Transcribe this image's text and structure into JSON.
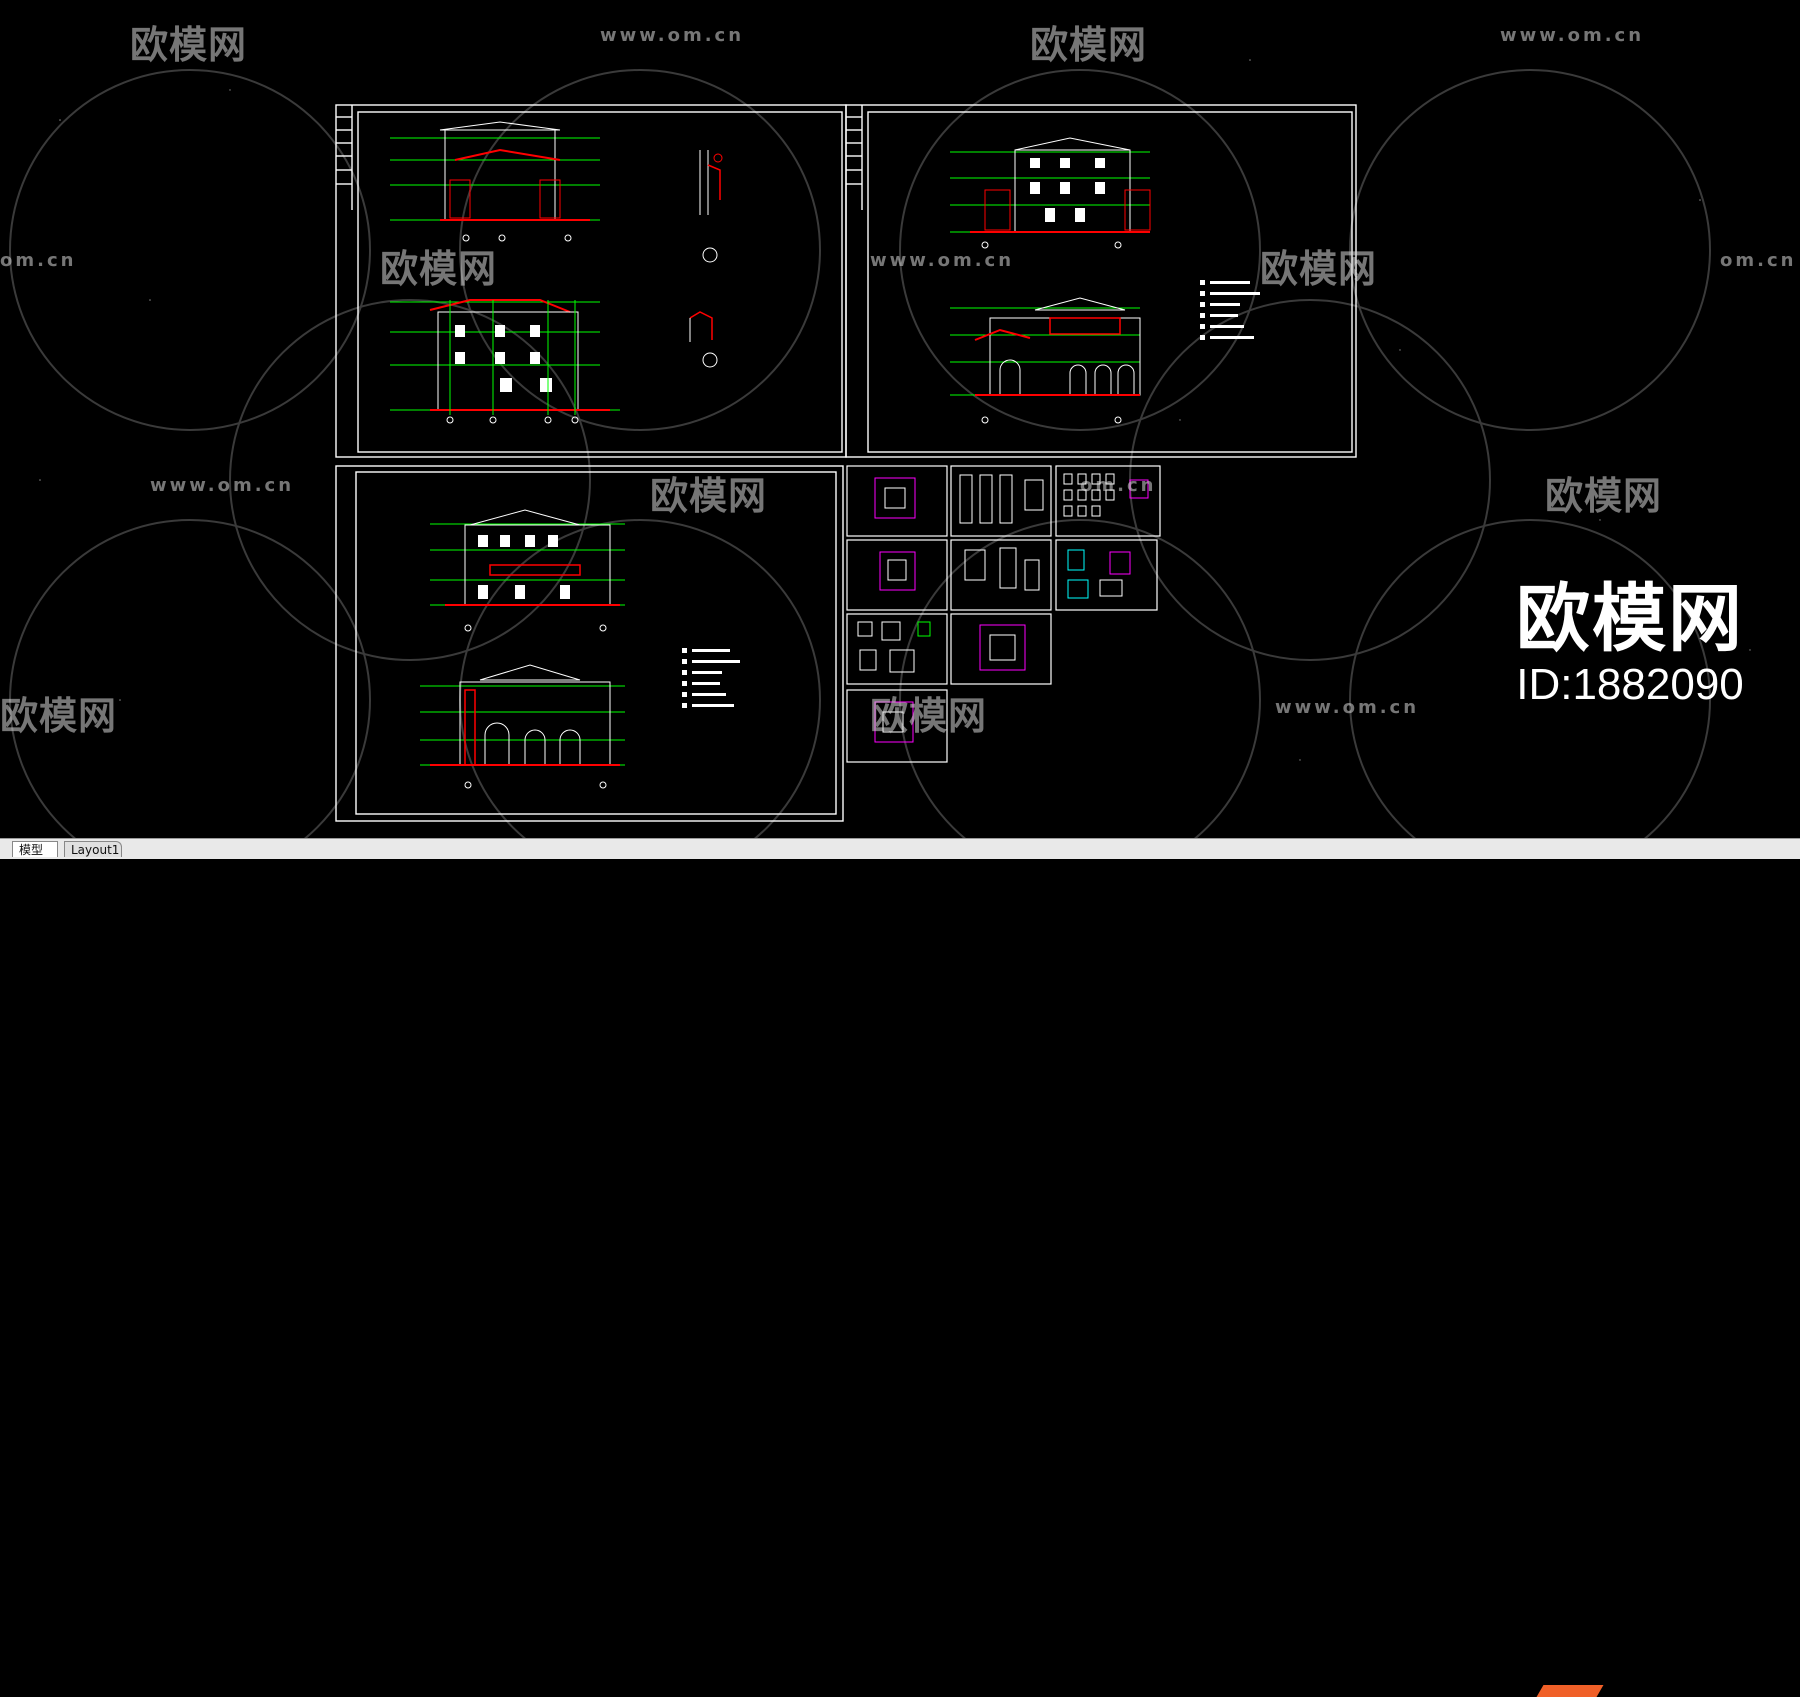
{
  "watermark": {
    "logo_text": "欧模网",
    "url_text": "www.om.cn",
    "url_partial": "om.cn"
  },
  "brand": {
    "name": "欧模网",
    "id": "ID:1882090"
  },
  "tabs": [
    {
      "label": "模型",
      "active": true
    },
    {
      "label": "Layout1",
      "active": false
    }
  ],
  "colors": {
    "background": "#000000",
    "frame": "#ffffff",
    "level_line": "#00ff00",
    "wall_red": "#ff0000",
    "plan_magenta": "#ff00ff",
    "accent_cyan": "#00ffff"
  }
}
